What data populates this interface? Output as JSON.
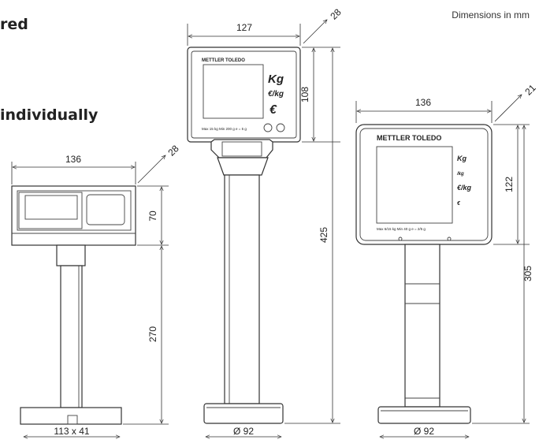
{
  "headings": {
    "line1": "red",
    "line2": "individually"
  },
  "units_note": "Dimensions in mm",
  "display_1": {
    "width": "136",
    "depth": "28",
    "head_height": "70",
    "pole_height": "270",
    "base": "113 x 41"
  },
  "display_2": {
    "brand": "METTLER TOLEDO",
    "unit_kg": "Kg",
    "unit_eur_kg": "€/kg",
    "unit_eur": "€",
    "small_text": "Max 15 kg Min 200 g e = 5 g",
    "width": "127",
    "depth": "28",
    "head_height": "108",
    "total_height": "425",
    "base": "Ø 92"
  },
  "display_3": {
    "brand": "METTLER TOLEDO",
    "unit_kg": "Kg",
    "unit_tag": "/kg",
    "unit_eur_kg": "€/kg",
    "unit_eur": "€",
    "small_text": "Max 6/15 kg Min 40 g e = 2/5 g",
    "width": "136",
    "depth": "21",
    "head_height": "122",
    "total_height": "305",
    "base": "Ø 92"
  }
}
